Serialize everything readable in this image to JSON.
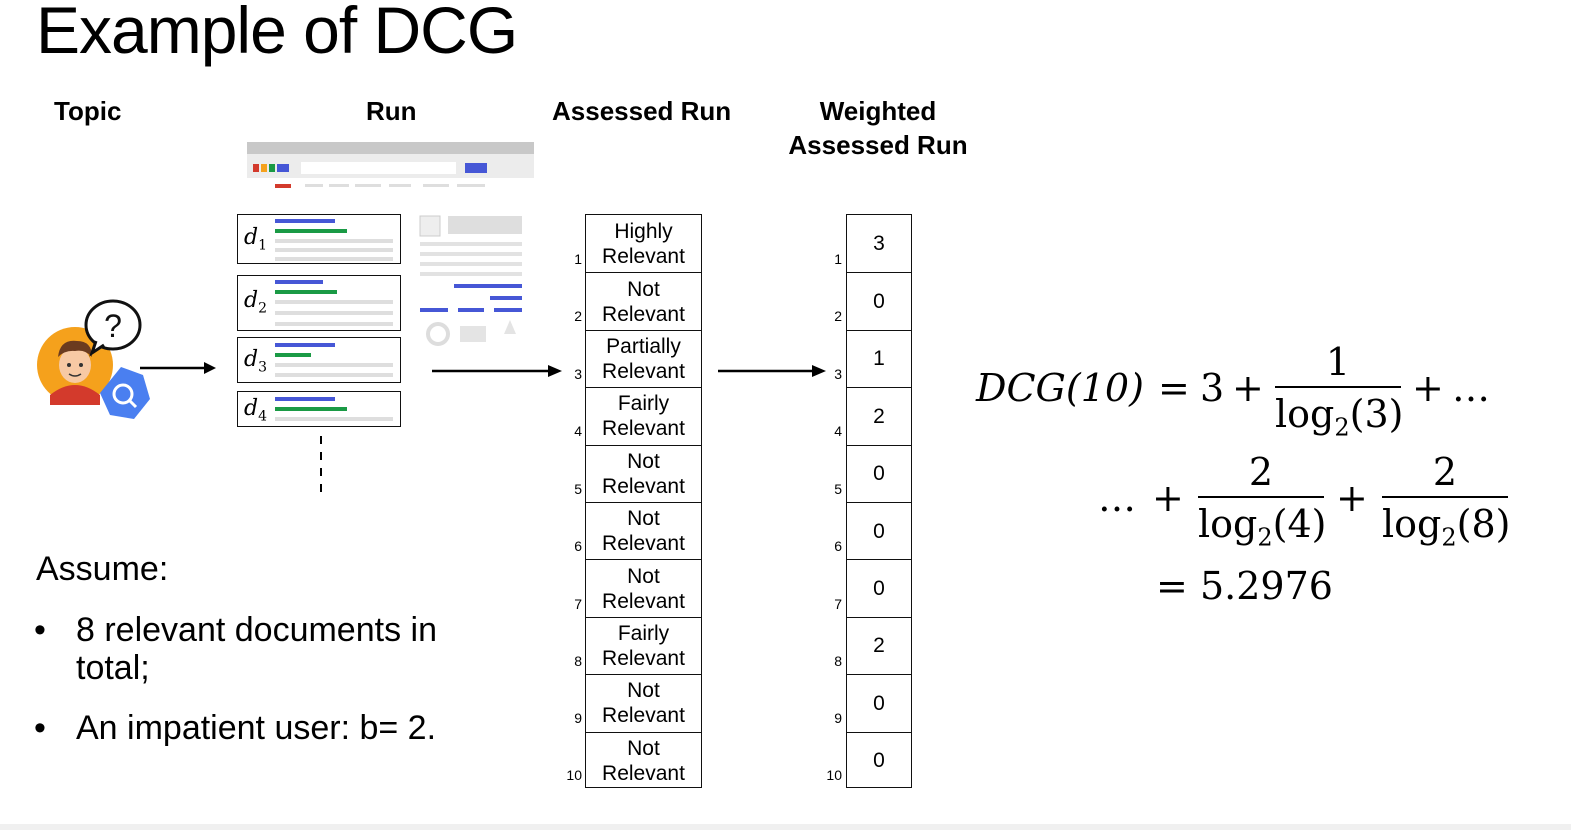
{
  "title": "Example of DCG",
  "columns": {
    "topic": "Topic",
    "run": "Run",
    "assessed_run": "Assessed Run",
    "weighted_line1": "Weighted",
    "weighted_line2": "Assessed Run"
  },
  "docs": [
    {
      "label": "d",
      "sub": "1"
    },
    {
      "label": "d",
      "sub": "2"
    },
    {
      "label": "d",
      "sub": "3"
    },
    {
      "label": "d",
      "sub": "4"
    }
  ],
  "assessed": [
    {
      "rank": "1",
      "line1": "Highly",
      "line2": "Relevant"
    },
    {
      "rank": "2",
      "line1": "Not",
      "line2": "Relevant"
    },
    {
      "rank": "3",
      "line1": "Partially",
      "line2": "Relevant"
    },
    {
      "rank": "4",
      "line1": "Fairly",
      "line2": "Relevant"
    },
    {
      "rank": "5",
      "line1": "Not",
      "line2": "Relevant"
    },
    {
      "rank": "6",
      "line1": "Not",
      "line2": "Relevant"
    },
    {
      "rank": "7",
      "line1": "Not",
      "line2": "Relevant"
    },
    {
      "rank": "8",
      "line1": "Fairly",
      "line2": "Relevant"
    },
    {
      "rank": "9",
      "line1": "Not",
      "line2": "Relevant"
    },
    {
      "rank": "10",
      "line1": "Not",
      "line2": "Relevant"
    }
  ],
  "weighted": [
    {
      "rank": "1",
      "value": "3"
    },
    {
      "rank": "2",
      "value": "0"
    },
    {
      "rank": "3",
      "value": "1"
    },
    {
      "rank": "4",
      "value": "2"
    },
    {
      "rank": "5",
      "value": "0"
    },
    {
      "rank": "6",
      "value": "0"
    },
    {
      "rank": "7",
      "value": "0"
    },
    {
      "rank": "8",
      "value": "2"
    },
    {
      "rank": "9",
      "value": "0"
    },
    {
      "rank": "10",
      "value": "0"
    }
  ],
  "assume": {
    "heading": "Assume:",
    "bullets": [
      "8 relevant documents in total;",
      "An impatient user: b= 2."
    ]
  },
  "formula": {
    "lhs": "DCG(10)",
    "eq": "=",
    "first_term": "3",
    "plus": "+",
    "ellipsis": "…",
    "fractions": [
      {
        "num": "1",
        "log": "log",
        "base": "2",
        "arg": "(3)"
      },
      {
        "num": "2",
        "log": "log",
        "base": "2",
        "arg": "(4)"
      },
      {
        "num": "2",
        "log": "log",
        "base": "2",
        "arg": "(8)"
      }
    ],
    "result": "5.2976"
  },
  "icons": {
    "question_mark": "?",
    "user": "user-avatar-icon",
    "search_badge": "search-analytics-icon"
  },
  "colors": {
    "blue": "#4657d6",
    "green": "#1a9a45",
    "avatar_orange": "#f5a11c",
    "badge_blue": "#4a7ff0"
  }
}
